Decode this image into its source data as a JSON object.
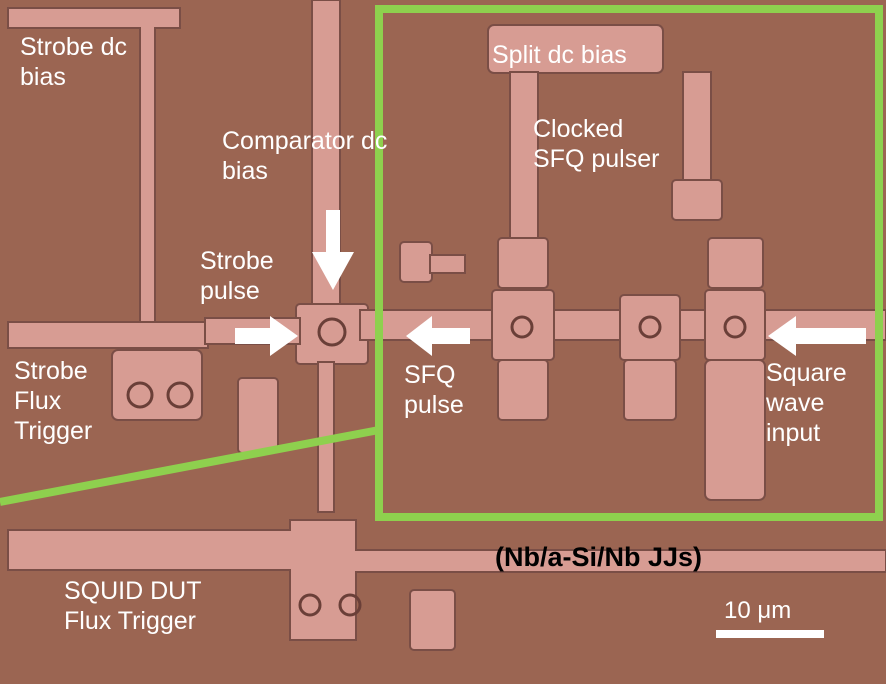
{
  "image": {
    "subject": "optical micrograph of superconducting circuit",
    "colors": {
      "substrate": "#9b6552",
      "metal": "#d79c93",
      "metal_edge": "#7a4e46",
      "highlight_box": "#8ed04e",
      "arrows": "#ffffff",
      "label_text": "#ffffff",
      "title_text": "#000000"
    }
  },
  "labels": {
    "strobe_dc_bias": "Strobe dc\nbias",
    "comparator_dc_bias": "Comparator dc\nbias",
    "strobe_pulse": "Strobe\npulse",
    "strobe_flux_trigger": "Strobe\nFlux\nTrigger",
    "split_dc_bias": "Split dc bias",
    "clocked_sfq_pulser": "Clocked\nSFQ pulser",
    "sfq_pulse": "SFQ\npulse",
    "square_wave_input": "Square\nwave\ninput",
    "junction_type": "(Nb/a-Si/Nb JJs)",
    "squid_dut_flux_trigger": "SQUID DUT\nFlux Trigger",
    "scale_bar": "10 μm"
  }
}
